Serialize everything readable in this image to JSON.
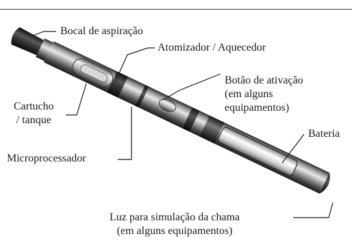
{
  "figure": {
    "labels": {
      "mouthpiece": "Bocal de aspiração",
      "atomizer": "Atomizador / Aquecedor",
      "activation_button_line1": "Botão de ativação",
      "activation_button_line2": "(em alguns",
      "activation_button_line3": "equipamentos)",
      "cartridge_line1": "Cartucho",
      "cartridge_line2": "/ tanque",
      "battery": "Bateria",
      "microprocessor": "Microprocessador",
      "flame_light_line1": "Luz para simulação da chama",
      "flame_light_line2": "(em alguns equipamentos)"
    }
  }
}
